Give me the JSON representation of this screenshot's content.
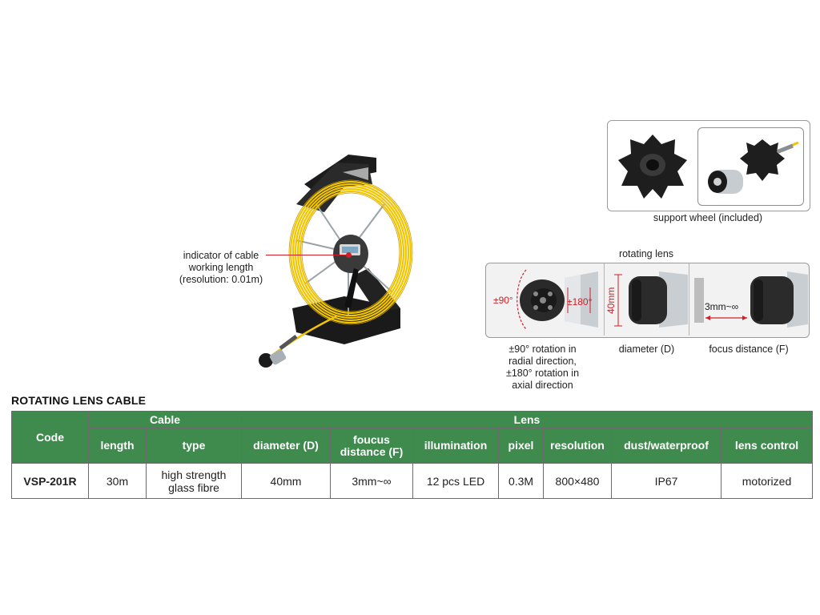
{
  "figure": {
    "callout": [
      "indicator of cable",
      "working length",
      "(resolution: 0.01m)"
    ]
  },
  "support_wheel": {
    "caption": "support wheel (included)"
  },
  "rotating_lens": {
    "title": "rotating lens",
    "rotation_label_radial": "±90°",
    "rotation_label_axial": "±180°",
    "diameter_label": "40mm",
    "focus_label": "3mm~∞",
    "captions": {
      "rotation": [
        "±90° rotation in",
        "radial direction,",
        "±180° rotation in",
        "axial direction"
      ],
      "diameter": "diameter (D)",
      "focus": "focus distance (F)"
    }
  },
  "table": {
    "title": "ROTATING LENS CABLE",
    "group_headers": {
      "code": "Code",
      "cable": "Cable",
      "lens": "Lens"
    },
    "columns": {
      "length": "length",
      "type": "type",
      "diameter": "diameter (D)",
      "focus": [
        "foucus",
        "distance (F)"
      ],
      "illumination": "illumination",
      "pixel": "pixel",
      "resolution": "resolution",
      "dust": "dust/waterproof",
      "control": "lens control"
    },
    "row": {
      "code": "VSP-201R",
      "length": "30m",
      "type": [
        "high strength",
        "glass fibre"
      ],
      "diameter": "40mm",
      "focus": "3mm~∞",
      "illumination": "12 pcs LED",
      "pixel": "0.3M",
      "resolution": "800×480",
      "dust": "IP67",
      "control": "motorized"
    }
  },
  "colors": {
    "header_green": "#3f8b4e",
    "cable_yellow": "#f2c500",
    "accent_red": "#d21f26"
  }
}
